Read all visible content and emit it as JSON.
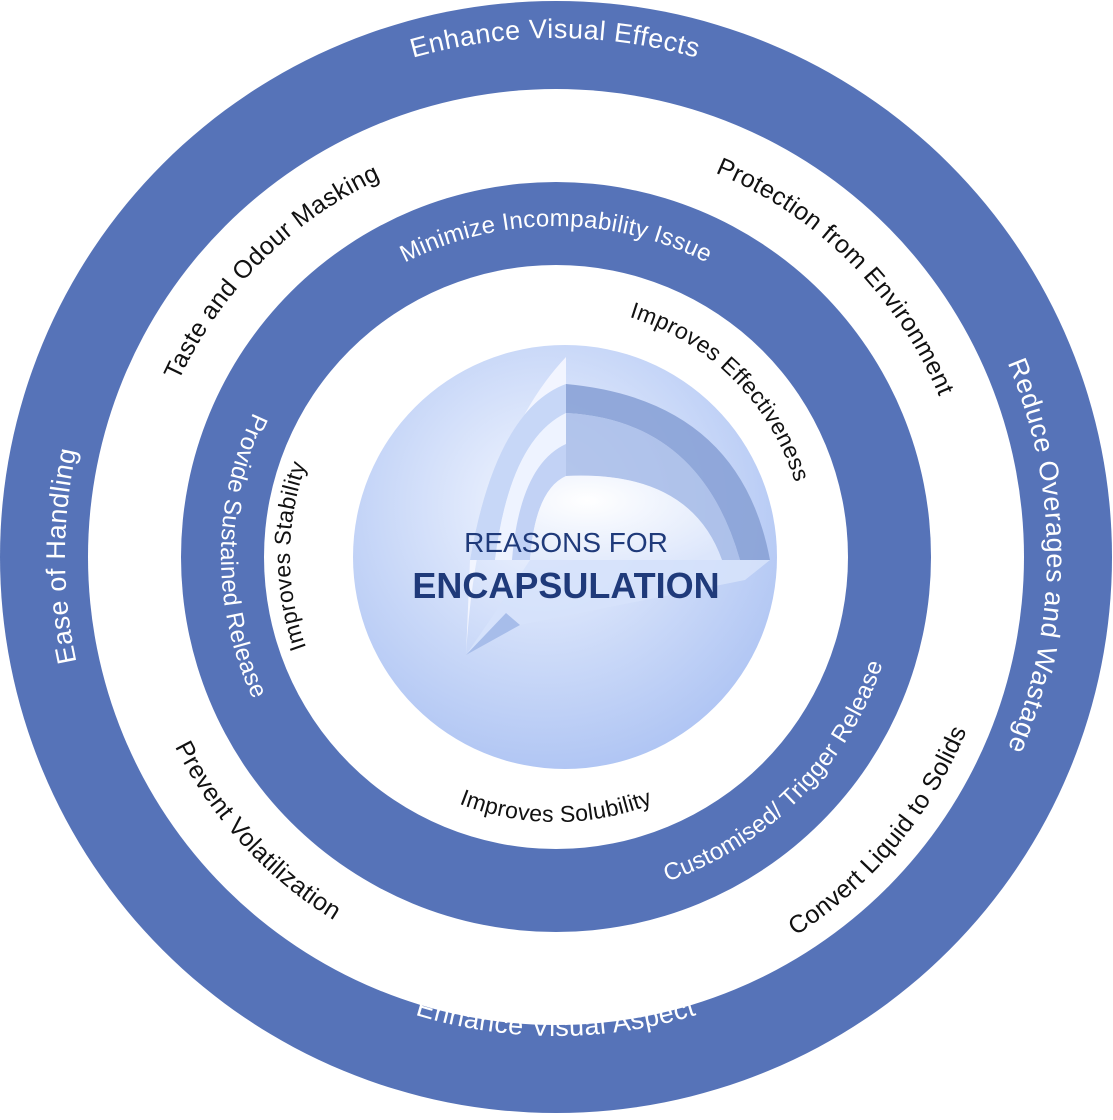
{
  "center": {
    "line1": "REASONS FOR",
    "line2": "ENCAPSULATION"
  },
  "outer_ring": {
    "color": "#5673b8",
    "labels": {
      "top": "Enhance Visual Effects",
      "right": "Reduce Overages and Wastage",
      "bottom": "Enhance Visual Aspect",
      "left": "Ease of Handling"
    }
  },
  "middle_white_ring": {
    "labels": {
      "upper_right": "Protection from Environment",
      "lower_right": "Convert Liquid to Solids",
      "lower_left": "Prevent Volatilization",
      "upper_left": "Taste and Odour Masking"
    }
  },
  "inner_ring": {
    "color": "#5673b8",
    "labels": {
      "top": "Minimize Incompability Issue",
      "lower_right": "Customised/ Trigger Release",
      "left": "Provide Sustained Release"
    }
  },
  "core_ring": {
    "labels": {
      "upper_right": "Improves Effectiveness",
      "bottom": "Improves Solubility",
      "left": "Improves Stability"
    }
  },
  "sphere": {
    "light": "#e8efff",
    "mid": "#b4c9f5",
    "dark": "#8aa0d8"
  }
}
